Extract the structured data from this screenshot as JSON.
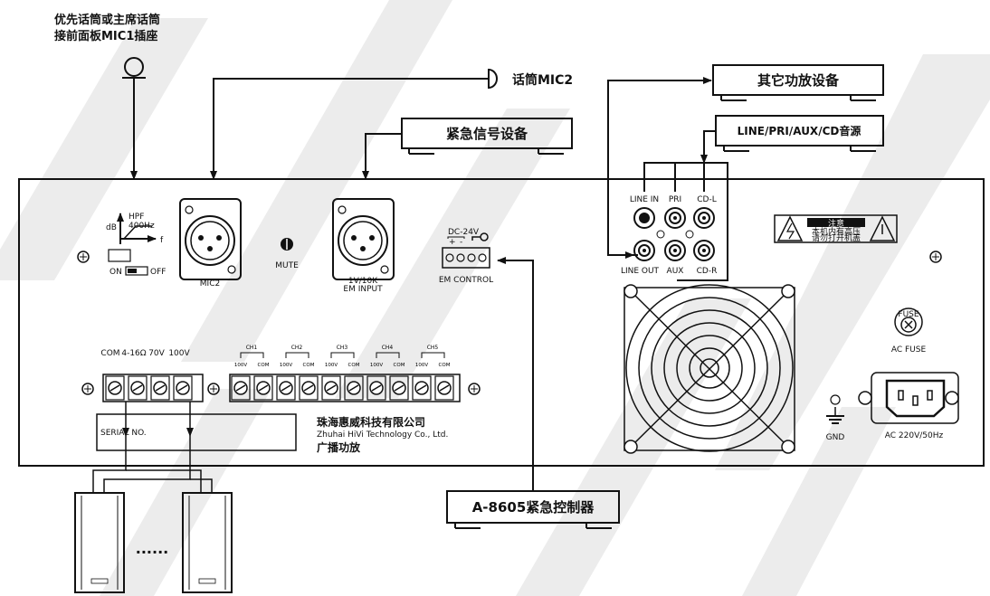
{
  "notes": {
    "mic1_line1": "优先话筒或主席话筒",
    "mic1_line2": "接前面板MIC1插座",
    "mic2": "话筒MIC2"
  },
  "boxes": {
    "other_amp": "其它功放设备",
    "emergency_signal": "紧急信号设备",
    "line_sources": "LINE/PRI/AUX/CD音源",
    "controller": "A-8605紧急控制器"
  },
  "panel": {
    "hpf_label": "HPF",
    "hpf_freq": "400Hz",
    "hpf_db": "dB",
    "hpf_f": "f",
    "switch_on": "ON",
    "switch_off": "OFF",
    "mic2_label": "MIC2",
    "mute_label": "MUTE",
    "em_input_line1": "1V/10K",
    "em_input_line2": "EM INPUT",
    "em_dc": "DC-24V",
    "em_plus": "+",
    "em_minus": "-",
    "em_control": "EM  CONTROL",
    "line_in": "LINE IN",
    "pri": "PRI",
    "cd_l": "CD-L",
    "line_out": "LINE OUT",
    "aux": "AUX",
    "cd_r": "CD-R",
    "warning_title": "注意",
    "warning_line1": "本机内有高压",
    "warning_line2": "请勿打开机盖",
    "ac_fuse": "AC FUSE",
    "fuse_ring": "FUSE",
    "gnd": "GND",
    "ac_power": "AC  220V/50Hz",
    "speaker_terms": [
      "COM",
      "4-16Ω",
      "70V",
      "100V"
    ],
    "channels": [
      "CH1",
      "CH2",
      "CH3",
      "CH4",
      "CH5"
    ],
    "ch_100v": "100V",
    "ch_com": "COM",
    "serial": "SERIAL NO.",
    "company_cn": "珠海惠威科技有限公司",
    "company_en": "Zhuhai HiVi Technology Co., Ltd.",
    "product": "广播功放",
    "speakers_dots": "......"
  },
  "colors": {
    "line": "#111111",
    "watermark": "#e9e9e9",
    "panel_bg": "#ffffff"
  }
}
